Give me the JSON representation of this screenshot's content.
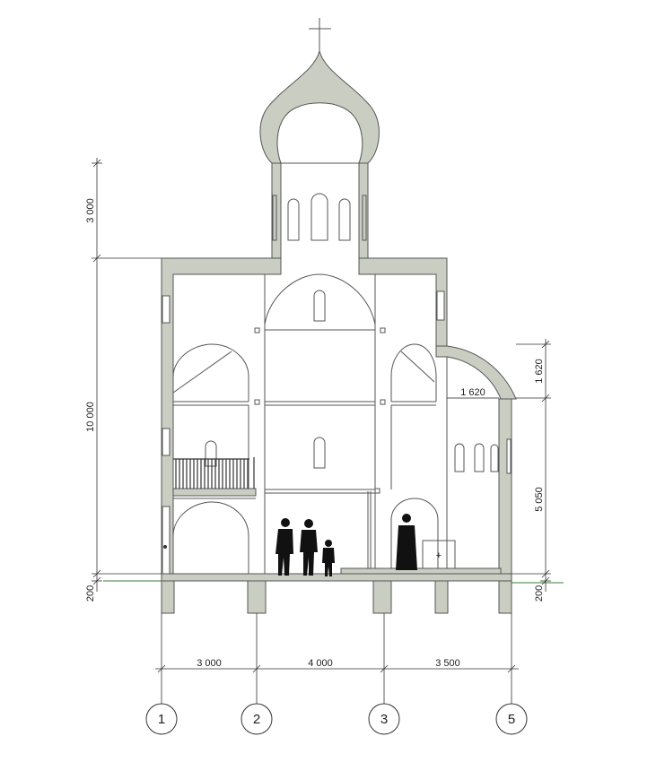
{
  "colors": {
    "wall_fill": "#c9cdc2",
    "line": "#555555",
    "ground_line": "#3a7d3a",
    "figure": "#111111",
    "background": "#ffffff"
  },
  "dimensions": {
    "left": {
      "top": "3 000",
      "middle": "10 000",
      "bottom": "200"
    },
    "right": {
      "top": "1 620",
      "middle": "5 050",
      "bottom": "200"
    },
    "inner": {
      "apse_depth": "1 620"
    },
    "bottom": {
      "span_1_2": "3 000",
      "span_2_3": "4 000",
      "span_3_5": "3 500"
    }
  },
  "axes": [
    "1",
    "2",
    "3",
    "5"
  ],
  "symbols": {
    "altar_cross": "+"
  }
}
